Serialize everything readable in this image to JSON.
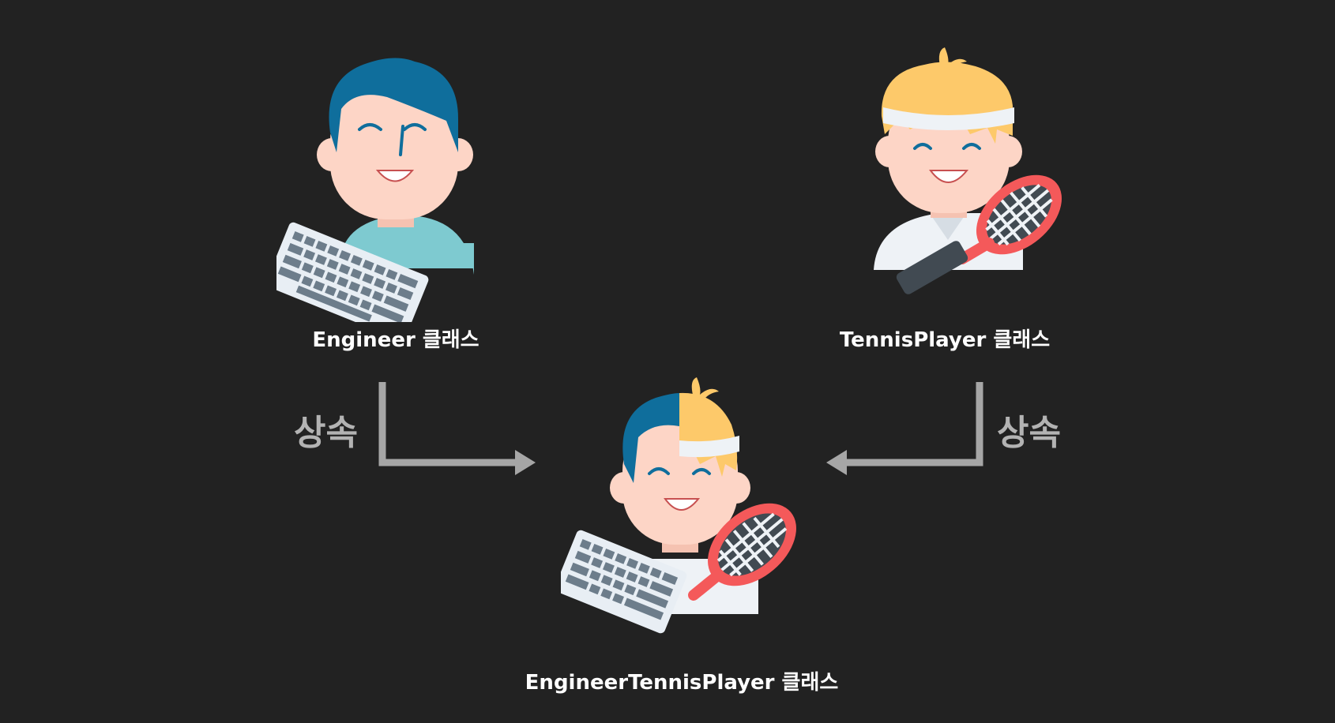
{
  "classes": {
    "engineer": {
      "label": "Engineer 클래스"
    },
    "tennis_player": {
      "label": "TennisPlayer 클래스"
    },
    "engineer_tennis_player": {
      "label": "EngineerTennisPlayer 클래스"
    }
  },
  "relations": {
    "left": {
      "label": "상속"
    },
    "right": {
      "label": "상속"
    }
  },
  "colors": {
    "background": "#222222",
    "arrow": "#a6a6a6",
    "label_text": "#ffffff",
    "relation_text": "#b3b3b3",
    "skin": "#fdd5c6",
    "engineer_hair": "#0f6e9c",
    "engineer_shirt": "#7ecad0",
    "tennis_hair": "#fdc96a",
    "tennis_shirt": "#eef2f6",
    "racket": "#f4595a",
    "racket_grip": "#414a52",
    "keyboard": "#e8eef4"
  },
  "icons": {
    "engineer": "engineer-avatar-icon",
    "tennis_player": "tennis-player-avatar-icon",
    "combined": "engineer-tennis-player-avatar-icon",
    "keyboard": "keyboard-icon",
    "racket": "tennis-racket-icon"
  }
}
